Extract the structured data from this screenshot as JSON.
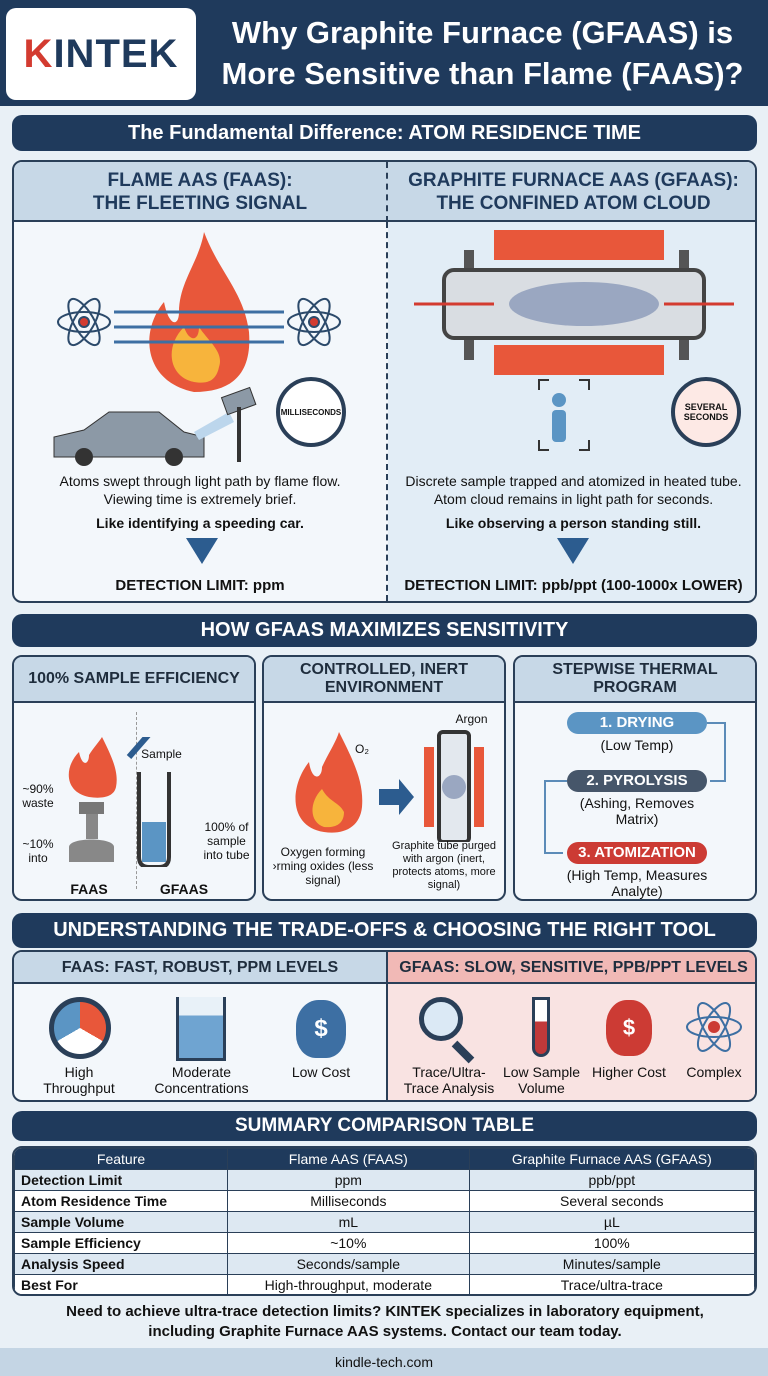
{
  "header": {
    "logo": "KINTEK",
    "title": "Why Graphite Furnace (GFAAS) is More Sensitive than Flame (FAAS)?"
  },
  "section1": {
    "title": "The Fundamental Difference: ATOM RESIDENCE TIME",
    "faas": {
      "head1": "FLAME AAS (FAAS):",
      "head2": "THE FLEETING SIGNAL",
      "timer": "MILLISECONDS",
      "desc1": "Atoms swept through light path by flame flow.",
      "desc2": "Viewing time is extremely brief.",
      "analogy": "Like identifying a speeding car.",
      "limit": "DETECTION LIMIT: ppm"
    },
    "gfaas": {
      "head1": "GRAPHITE FURNACE AAS (GFAAS):",
      "head2": "THE CONFINED ATOM CLOUD",
      "timer": "SEVERAL SECONDS",
      "desc1": "Discrete sample trapped and atomized in heated tube.",
      "desc2": "Atom cloud remains in light path for seconds.",
      "analogy": "Like observing a person standing still.",
      "limit": "DETECTION LIMIT: ppb/ppt (100-1000x LOWER)"
    }
  },
  "section2": {
    "title": "HOW GFAAS MAXIMIZES SENSITIVITY",
    "card1": {
      "title": "100% SAMPLE EFFICIENCY",
      "waste": "~90% waste",
      "into": "~10% into",
      "sample": "Sample",
      "full": "100% of sample into tube",
      "faas": "FAAS",
      "gfaas": "GFAAS"
    },
    "card2": {
      "title": "CONTROLLED, INERT ENVIRONMENT",
      "o2": "O₂",
      "argon": "Argon",
      "left": "Oxygen forming ›rming oxides (less signal)",
      "right": "Graphite tube purged with argon (inert, protects atoms, more signal)"
    },
    "card3": {
      "title": "STEPWISE THERMAL PROGRAM",
      "steps": [
        {
          "label": "1. DRYING",
          "sub": "(Low Temp)",
          "color": "#5b95c4"
        },
        {
          "label": "2. PYROLYSIS",
          "sub": "(Ashing, Removes Matrix)",
          "color": "#46566a"
        },
        {
          "label": "3. ATOMIZATION",
          "sub": "(High Temp, Measures Analyte)",
          "color": "#cc3b34"
        }
      ]
    }
  },
  "section3": {
    "title": "UNDERSTANDING THE TRADE-OFFS & CHOOSING THE RIGHT TOOL",
    "faas": {
      "head": "FAAS: FAST, ROBUST, PPM LEVELS",
      "items": [
        {
          "icon": "gauge-icon",
          "label": "High Throughput"
        },
        {
          "icon": "beaker-icon",
          "label": "Moderate Concentrations"
        },
        {
          "icon": "money-bag-icon",
          "label": "Low Cost"
        }
      ]
    },
    "gfaas": {
      "head": "GFAAS: SLOW, SENSITIVE, PPB/PPT LEVELS",
      "items": [
        {
          "icon": "magnifier-icon",
          "label": "Trace/Ultra-Trace Analysis"
        },
        {
          "icon": "test-tube-icon",
          "label": "Low Sample Volume"
        },
        {
          "icon": "money-bag-icon",
          "label": "Higher Cost"
        },
        {
          "icon": "atom-icon",
          "label": "Complex"
        }
      ]
    }
  },
  "section4": {
    "title": "SUMMARY COMPARISON TABLE",
    "columns": [
      "Feature",
      "Flame AAS (FAAS)",
      "Graphite Furnace AAS (GFAAS)"
    ],
    "rows": [
      [
        "Detection Limit",
        "ppm",
        "ppb/ppt"
      ],
      [
        "Atom Residence Time",
        "Milliseconds",
        "Several seconds"
      ],
      [
        "Sample Volume",
        "mL",
        "µL"
      ],
      [
        "Sample Efficiency",
        "~10%",
        "100%"
      ],
      [
        "Analysis Speed",
        "Seconds/sample",
        "Minutes/sample"
      ],
      [
        "Best For",
        "High-throughput, moderate",
        "Trace/ultra-trace"
      ]
    ]
  },
  "cta": "Need to achieve ultra-trace detection limits? KINTEK specializes in laboratory equipment, including Graphite Furnace AAS systems. Contact our team today.",
  "footer": "kindle-tech.com",
  "colors": {
    "navy": "#1f3a5c",
    "red": "#cc3b34",
    "light_blue": "#c7d8e7",
    "pink": "#f6d9d8"
  }
}
